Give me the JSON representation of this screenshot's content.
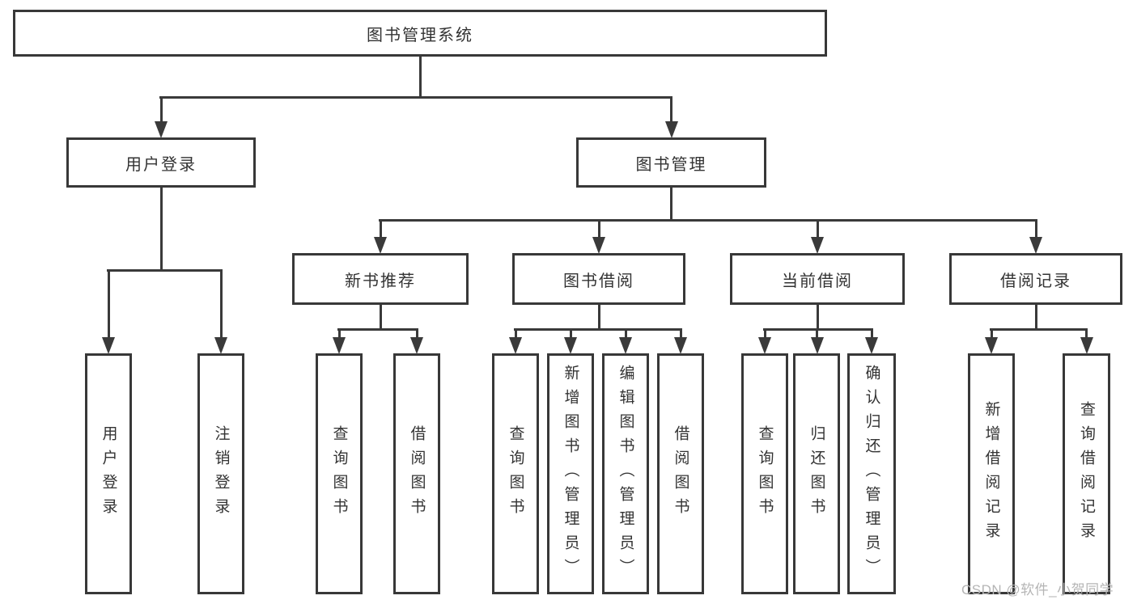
{
  "colors": {
    "line": "#3a3a3a",
    "box_border": "#383838",
    "text": "#333333",
    "watermark": "#b5b5b5",
    "background": "#ffffff"
  },
  "meta": {
    "watermark": "CSDN @软件_小贺同学"
  },
  "tree": {
    "root": "图书管理系统",
    "branches": {
      "user_login": {
        "label": "用户登录",
        "children": {
          "login": "用户登录",
          "logout": "注销登录"
        }
      },
      "book_mgmt": {
        "label": "图书管理",
        "children": {
          "new_books": {
            "label": "新书推荐",
            "children": {
              "query": "查询图书",
              "borrow": "借阅图书"
            }
          },
          "borrowing": {
            "label": "图书借阅",
            "children": {
              "query": "查询图书",
              "add": "新增图书（管理员）",
              "edit": "编辑图书（管理员）",
              "borrow": "借阅图书"
            }
          },
          "current": {
            "label": "当前借阅",
            "children": {
              "query": "查询图书",
              "return": "归还图书",
              "confirm": "确认归还（管理员）"
            }
          },
          "records": {
            "label": "借阅记录",
            "children": {
              "add": "新增借阅记录",
              "query": "查询借阅记录"
            }
          }
        }
      }
    }
  }
}
